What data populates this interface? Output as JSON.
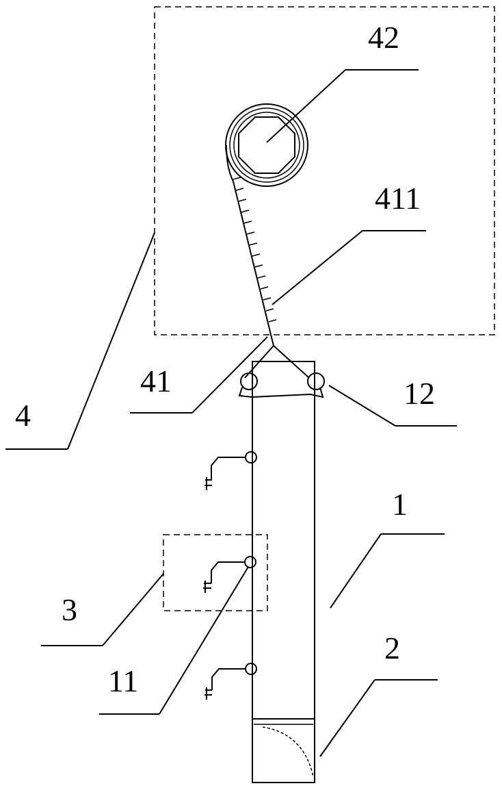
{
  "labels": {
    "l42": "42",
    "l411": "411",
    "l41": "41",
    "l4": "4",
    "l12": "12",
    "l1": "1",
    "l3": "3",
    "l11": "11",
    "l2": "2"
  }
}
